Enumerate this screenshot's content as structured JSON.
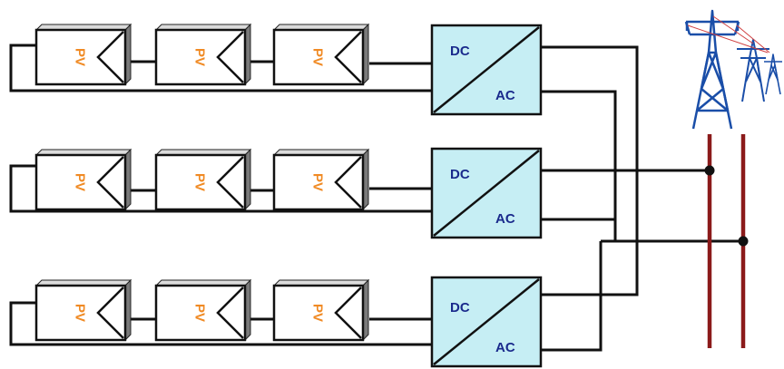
{
  "diagram": {
    "strings": [
      {
        "modules": [
          {
            "label": "PV"
          },
          {
            "label": "PV"
          },
          {
            "label": "PV"
          }
        ],
        "converter": {
          "input": "DC",
          "output": "AC"
        }
      },
      {
        "modules": [
          {
            "label": "PV"
          },
          {
            "label": "PV"
          },
          {
            "label": "PV"
          }
        ],
        "converter": {
          "input": "DC",
          "output": "AC"
        }
      },
      {
        "modules": [
          {
            "label": "PV"
          },
          {
            "label": "PV"
          },
          {
            "label": "PV"
          }
        ],
        "converter": {
          "input": "DC",
          "output": "AC"
        }
      }
    ],
    "grid": {
      "tower_icon": "transmission-tower-icon",
      "bus_color": "#8b1a1a"
    },
    "colors": {
      "pv_label": "#f08a24",
      "converter_fill": "#c6eef4",
      "converter_label": "#1a2a8c",
      "wire": "#111111",
      "tower": "#1a4ea8"
    }
  }
}
